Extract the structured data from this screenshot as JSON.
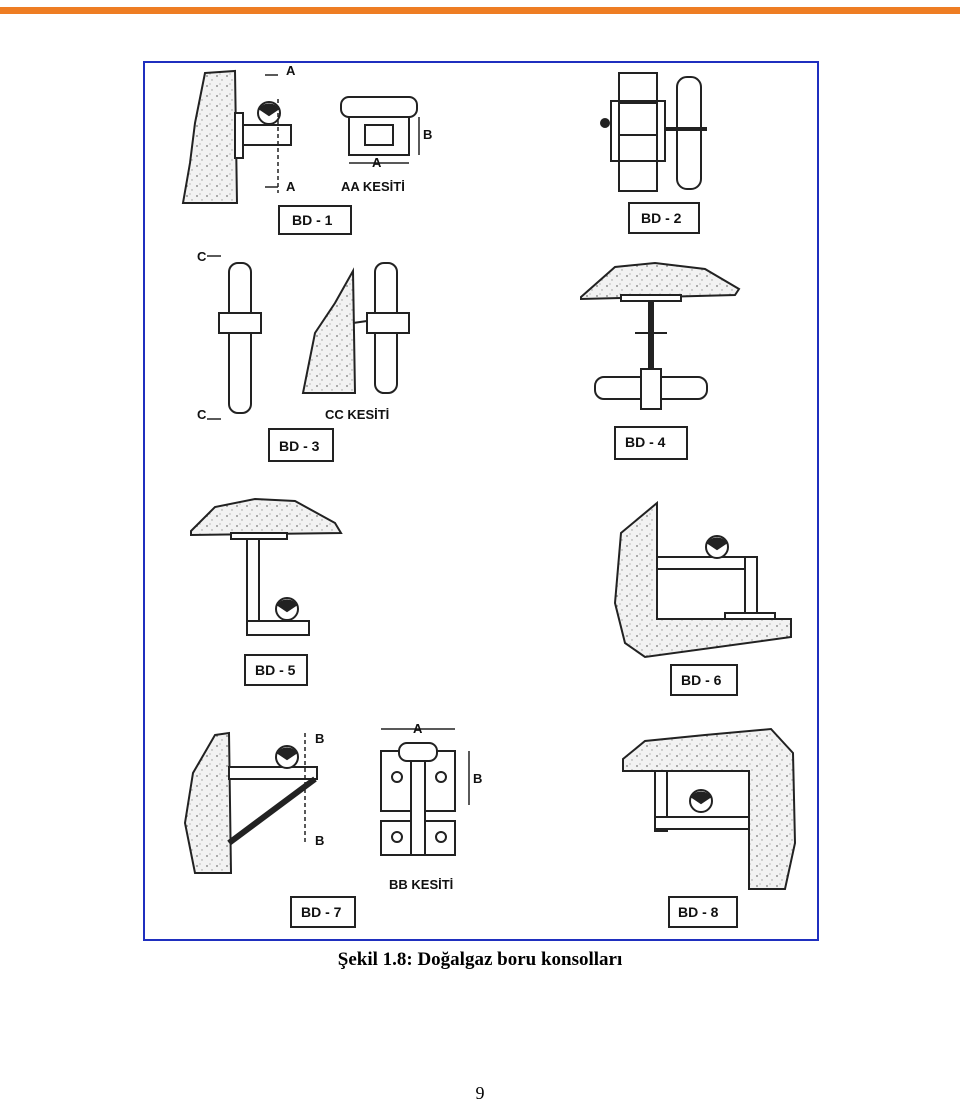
{
  "accent_color": "#ee7d23",
  "frame_color": "#1f2fbf",
  "caption": "Şekil 1.8: Doğalgaz boru konsolları",
  "page_number": "9",
  "figure": {
    "labels": {
      "bd1": "BD - 1",
      "bd2": "BD - 2",
      "bd3": "BD - 3",
      "bd4": "BD - 4",
      "bd5": "BD - 5",
      "bd6": "BD - 6",
      "bd7": "BD - 7",
      "bd8": "BD - 8"
    },
    "section_labels": {
      "aa": "AA KESİTİ",
      "cc": "CC KESİTİ",
      "bb": "BB KESİTİ"
    },
    "dimension_letters": {
      "a": "A",
      "b": "B",
      "c": "C"
    }
  }
}
